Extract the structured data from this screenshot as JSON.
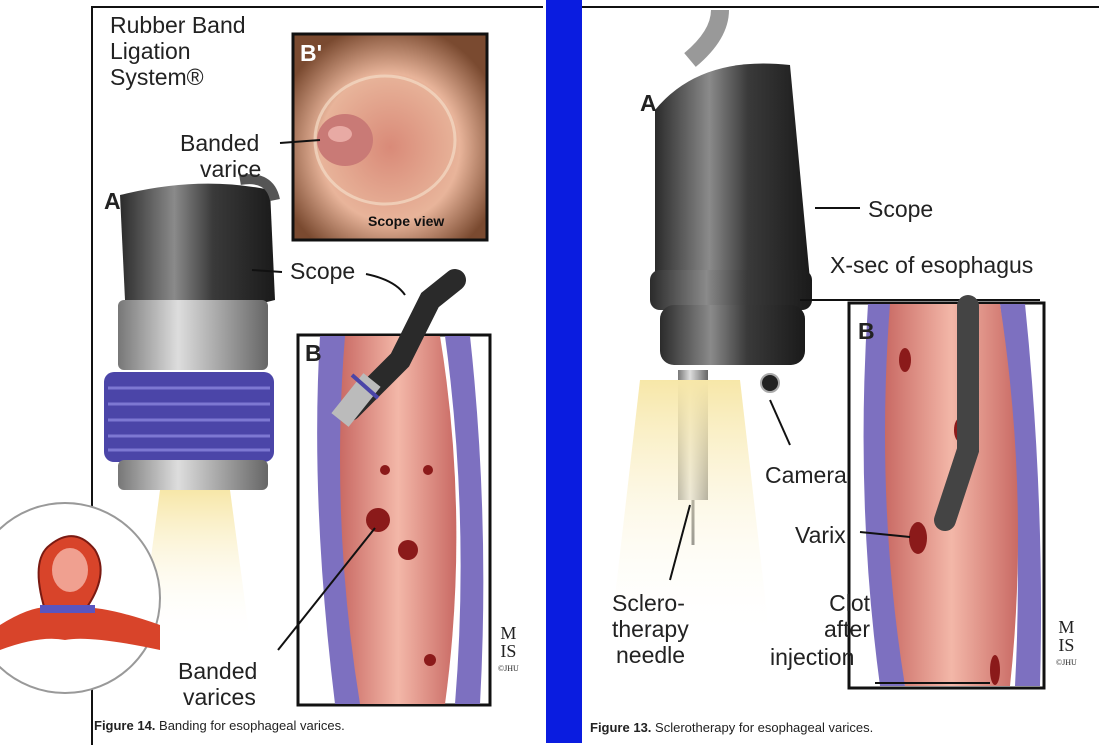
{
  "left": {
    "title_lines": [
      "Rubber Band",
      "Ligation",
      "System®"
    ],
    "inset_label": "B'",
    "inset_arrow_label_lines": [
      "Banded",
      "varice"
    ],
    "scope_view": "Scope view",
    "panel_a": "A",
    "scope": "Scope",
    "panel_b": "B",
    "banded_varices_lines": [
      "Banded",
      "varices"
    ],
    "logo_lines": [
      "M",
      "IS",
      "©JHU"
    ],
    "caption_bold": "Figure 14.",
    "caption_text": " Banding for esophageal varices."
  },
  "right": {
    "panel_a": "A",
    "scope": "Scope",
    "xsec": "X-sec of esophagus",
    "panel_b": "B",
    "camera": "Camera",
    "varix": "Varix",
    "clot_lines": [
      "Clot",
      "after",
      "injection"
    ],
    "needle_lines": [
      "Sclero-",
      "therapy",
      "needle"
    ],
    "logo_lines": [
      "M",
      "IS",
      "©JHU"
    ],
    "caption_bold": "Figure 13.",
    "caption_text": " Sclerotherapy for esophageal varices."
  },
  "colors": {
    "divider": "#0a1ce0",
    "band": "#4b45a8",
    "tissue": "#e0877a"
  }
}
